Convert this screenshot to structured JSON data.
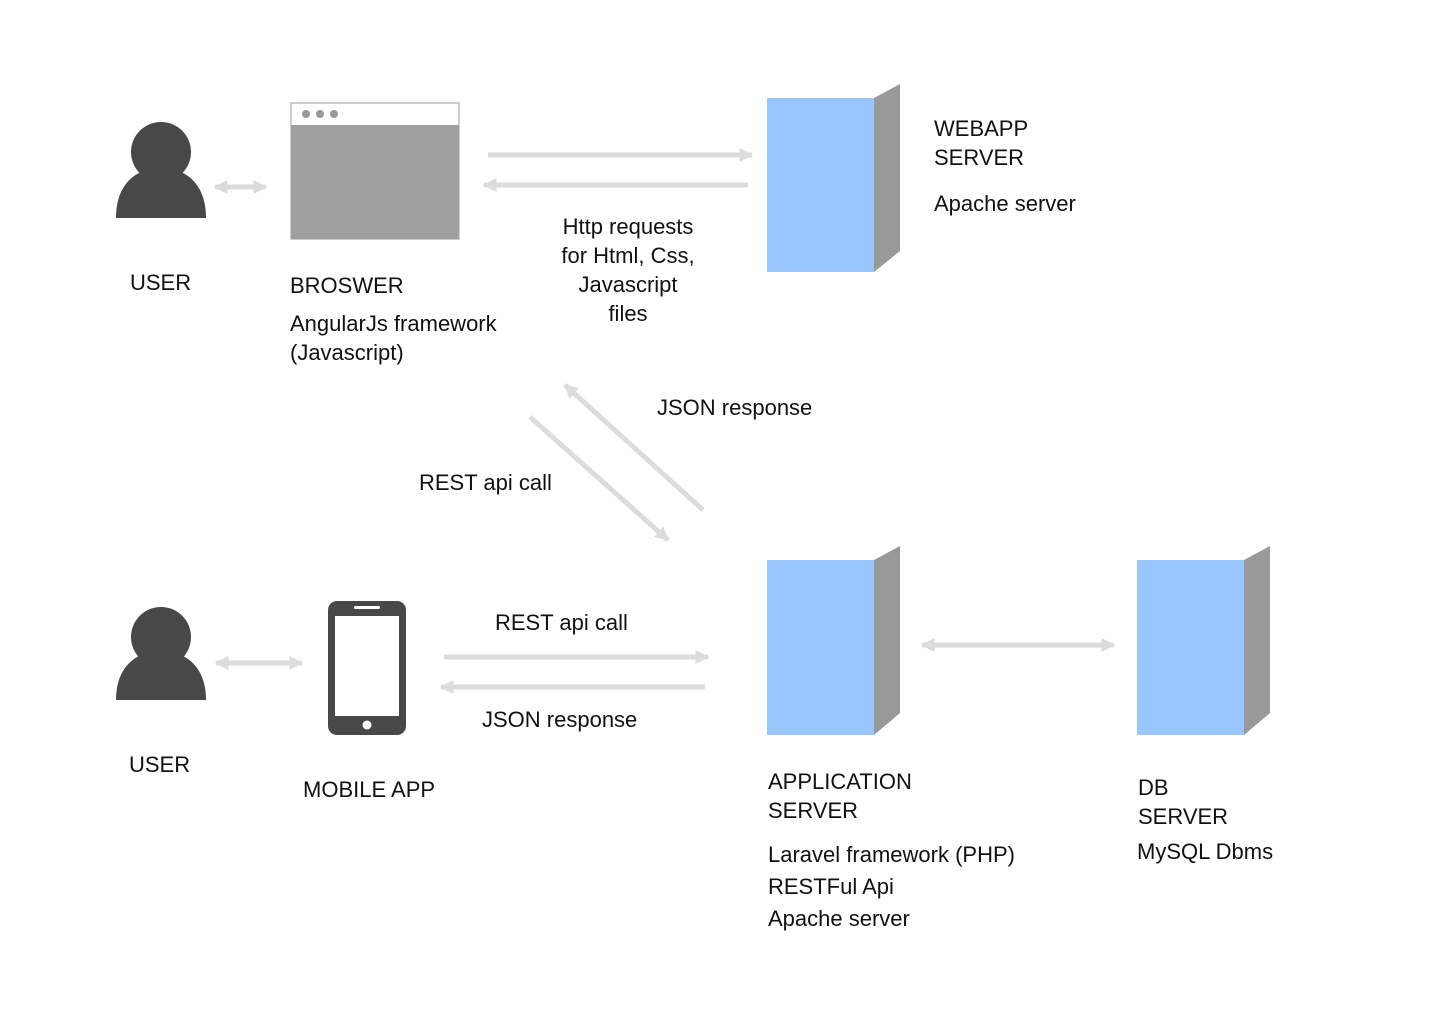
{
  "colors": {
    "server_front": "#99c6ff",
    "server_side": "#999999",
    "server_top": "#ffffff",
    "user_icon": "#484848",
    "browser_icon": "#a0a0a0",
    "phone_icon": "#484848",
    "arrow": "#dcdcdc",
    "text": "#111111"
  },
  "user_top": {
    "label": "USER",
    "icon": "user-icon"
  },
  "browser": {
    "label": "BROSWER",
    "detail_line1": "AngularJs framework",
    "detail_line2": "(Javascript)",
    "icon": "browser-window-icon"
  },
  "webapp_server": {
    "label_line1": "WEBAPP",
    "label_line2": "SERVER",
    "detail": "Apache server",
    "icon": "server-icon"
  },
  "http_note": {
    "line1": "Http requests",
    "line2": "for Html, Css,",
    "line3": "Javascript",
    "line4": "files"
  },
  "json_response_diag": "JSON response",
  "rest_api_call_diag": "REST api call",
  "user_bottom": {
    "label": "USER",
    "icon": "user-icon"
  },
  "mobile_app": {
    "label": "MOBILE APP",
    "icon": "mobile-phone-icon"
  },
  "rest_api_call_mobile": "REST api call",
  "json_response_mobile": "JSON response",
  "application_server": {
    "label_line1": "APPLICATION",
    "label_line2": "SERVER",
    "detail_line1": "Laravel framework (PHP)",
    "detail_line2": "RESTFul Api",
    "detail_line3": "Apache server",
    "icon": "server-icon"
  },
  "db_server": {
    "label_line1": "DB",
    "label_line2": "SERVER",
    "detail": "MySQL Dbms",
    "icon": "server-icon"
  }
}
